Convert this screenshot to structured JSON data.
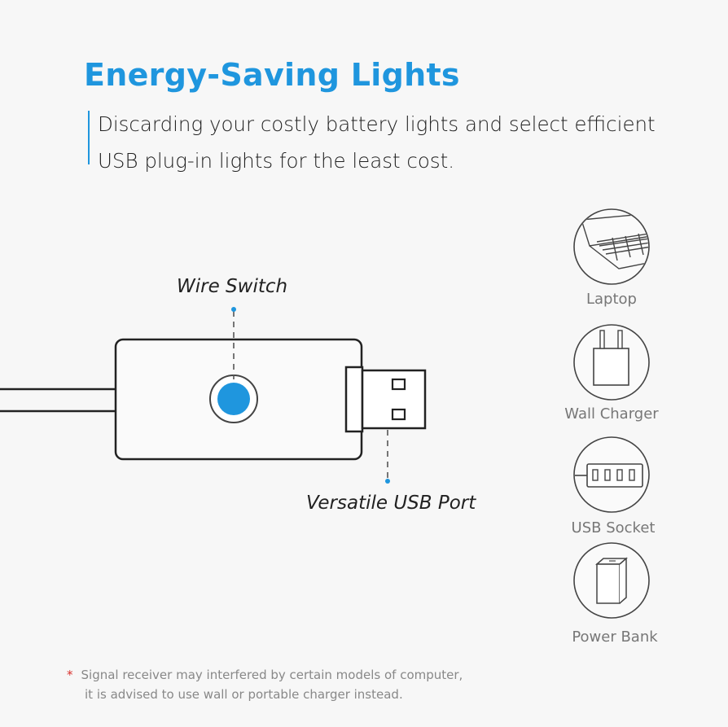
{
  "title": "Energy-Saving Lights",
  "subtitle": {
    "line1": "Discarding your costly battery lights and select efficient",
    "line2": "USB plug-in lights for the least cost."
  },
  "callouts": {
    "switch": "Wire Switch",
    "usb": "Versatile USB Port"
  },
  "devices": [
    {
      "label": "Laptop",
      "icon": "laptop-icon"
    },
    {
      "label": "Wall Charger",
      "icon": "wall-charger-icon"
    },
    {
      "label": "USB Socket",
      "icon": "usb-socket-icon"
    },
    {
      "label": "Power Bank",
      "icon": "power-bank-icon"
    }
  ],
  "note": {
    "marker": "*",
    "line1": "Signal receiver may interfered by certain models of computer,",
    "line2": "it is advised to use wall or portable charger instead."
  },
  "colors": {
    "accent": "#1f96de",
    "note_marker": "#d9302c"
  }
}
